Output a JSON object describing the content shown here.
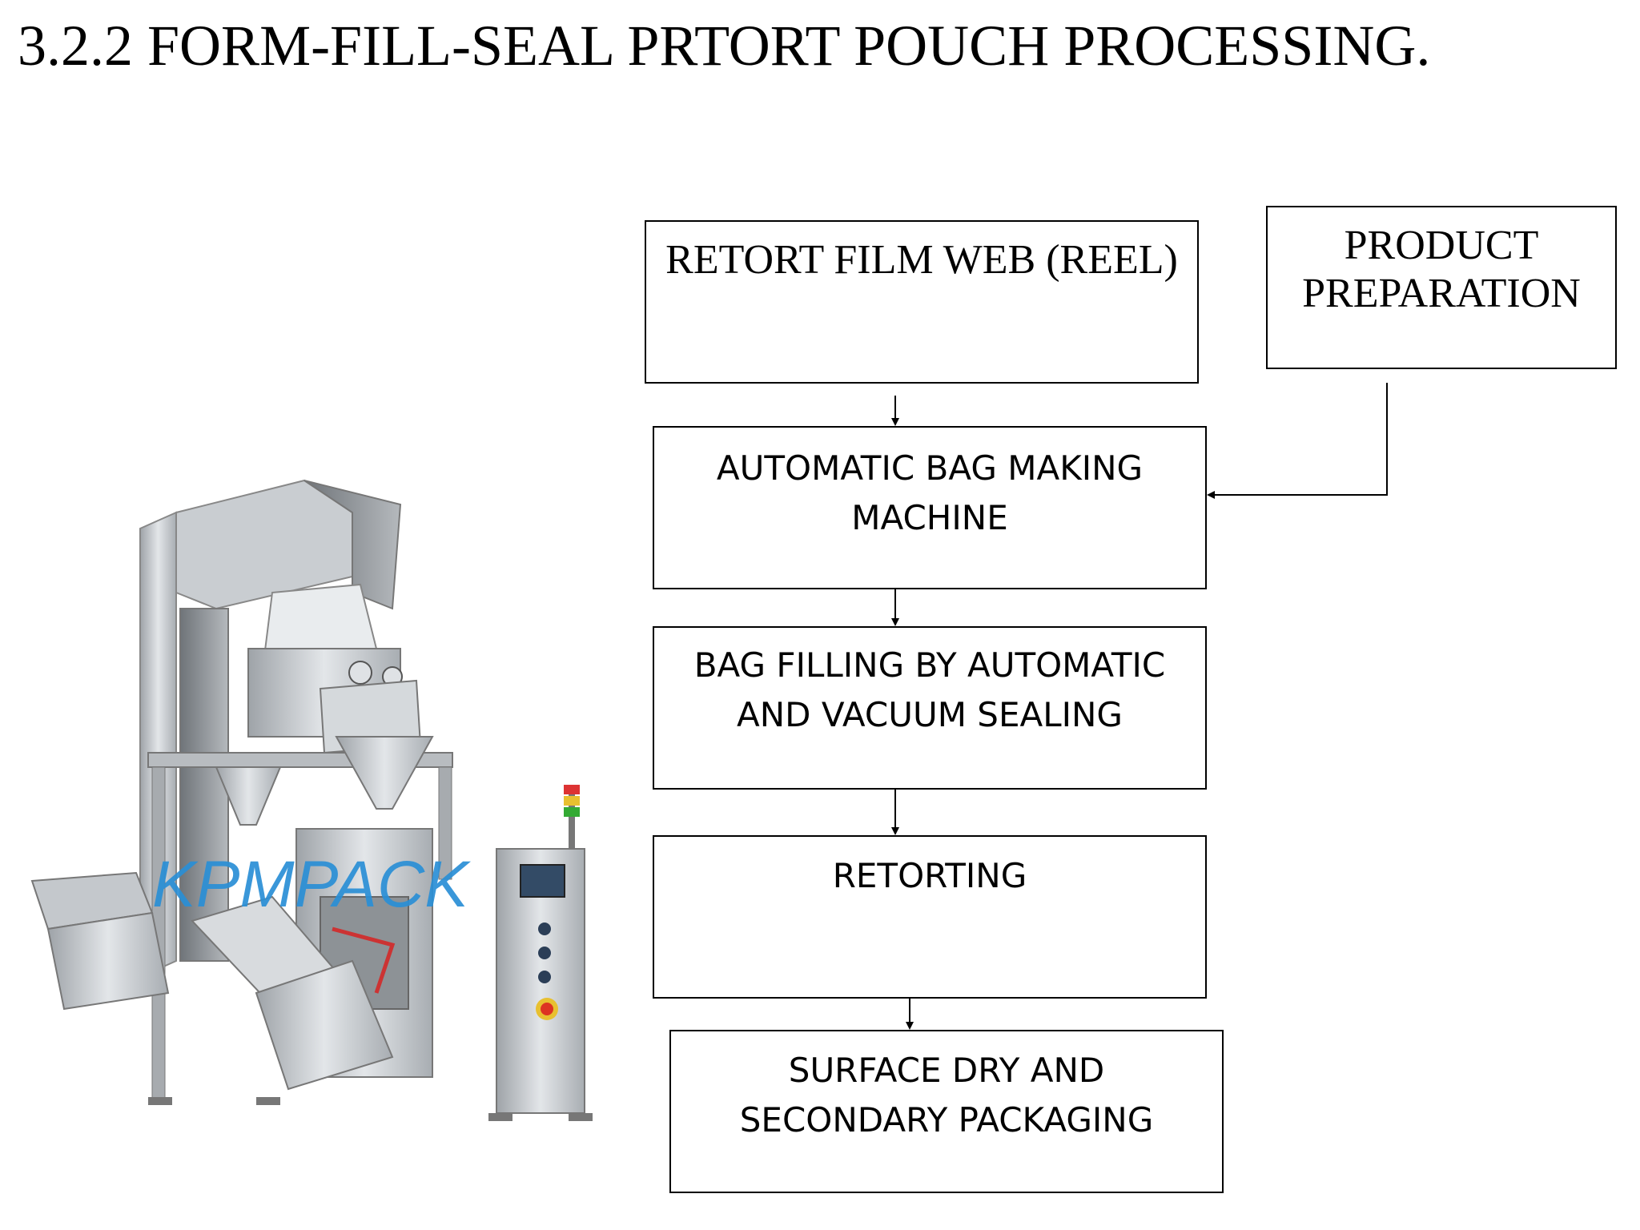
{
  "title": "3.2.2  FORM-FILL-SEAL PRTORT POUCH PROCESSING.",
  "watermark": "KPMPACK",
  "colors": {
    "watermark": "#2a8fd6",
    "steel": "#bfc3c7",
    "border": "#000000"
  },
  "steps": {
    "film": [
      "RETORT FILM WEB (REEL)"
    ],
    "product": [
      "PRODUCT",
      "PREPARATION"
    ],
    "bag_making": [
      "AUTOMATIC BAG MAKING",
      "MACHINE"
    ],
    "filling": [
      "BAG FILLING BY AUTOMATIC",
      "AND VACUUM SEALING"
    ],
    "retorting": [
      "RETORTING"
    ],
    "packaging": [
      "SURFACE DRY AND",
      "SECONDARY PACKAGING"
    ]
  }
}
